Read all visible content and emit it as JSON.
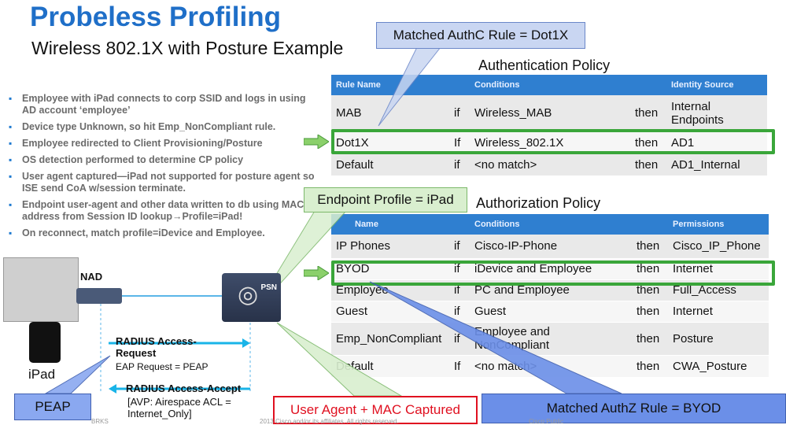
{
  "title": "Probeless Profiling",
  "subtitle": "Wireless 802.1X with Posture Example",
  "bullets": [
    "Employee with iPad connects to corp SSID and logs in using AD account ‘employee’",
    "Device type Unknown, so hit Emp_NonCompliant rule.",
    "Employee redirected to Client Provisioning/Posture",
    "OS detection performed to determine CP policy",
    "User agent captured—iPad not supported for posture agent so ISE send CoA w/session terminate.",
    "Endpoint user-agent and other data written to db using MAC address from Session ID lookup→Profile=iPad!",
    "On reconnect, match profile=iDevice and Employee."
  ],
  "authc": {
    "title": "Authentication Policy",
    "headers": {
      "rule": "Rule Name",
      "cond": "Conditions",
      "src": "Identity Source"
    },
    "rows": [
      {
        "name": "MAB",
        "if": "if",
        "cond": "Wireless_MAB",
        "then": "then",
        "result": "Internal Endpoints"
      },
      {
        "name": "Dot1X",
        "if": "If",
        "cond": "Wireless_802.1X",
        "then": "then",
        "result": "AD1"
      },
      {
        "name": "Default",
        "if": "if",
        "cond": "<no match>",
        "then": "then",
        "result": "AD1_Internal"
      }
    ]
  },
  "authz": {
    "title": "Authorization Policy",
    "headers": {
      "rule": "Name",
      "cond": "Conditions",
      "src": "Permissions"
    },
    "rows": [
      {
        "name": "IP Phones",
        "if": "if",
        "cond": "Cisco-IP-Phone",
        "then": "then",
        "result": "Cisco_IP_Phone"
      },
      {
        "name": "BYOD",
        "if": "if",
        "cond": "iDevice and Employee",
        "then": "then",
        "result": "Internet"
      },
      {
        "name": "Employee",
        "if": "if",
        "cond": "PC and Employee",
        "then": "then",
        "result": "Full_Access"
      },
      {
        "name": "Guest",
        "if": "if",
        "cond": "Guest",
        "then": "then",
        "result": "Internet"
      },
      {
        "name": "Emp_NonCompliant",
        "if": "if",
        "cond": "Employee and NonCompliant",
        "then": "then",
        "result": "Posture"
      },
      {
        "name": "Default",
        "if": "If",
        "cond": "<no match>",
        "then": "then",
        "result": "CWA_Posture"
      }
    ]
  },
  "callouts": {
    "authc": "Matched AuthC Rule = Dot1X",
    "endpoint": "Endpoint Profile = iPad",
    "useragent": "User Agent + MAC Captured",
    "authz": "Matched AuthZ Rule = BYOD",
    "peap": "PEAP"
  },
  "diagram": {
    "nad": "NAD",
    "psn": "PSN",
    "ipad": "iPad",
    "req_title": "RADIUS Access-Request",
    "req_detail": "EAP Request = PEAP",
    "acc_title": "RADIUS Access-Accept",
    "acc_detail": "[AVP: Airespace ACL = Internet_Only]"
  },
  "footer": {
    "left": "BRKS",
    "center": "2013 Cisco and/or its affiliates. All rights reserved.",
    "right": "Cisco Public"
  },
  "colors": {
    "title": "#1f6fc8",
    "header": "#2f7fd0",
    "highlight": "#3aa63a",
    "alert": "#e01020"
  }
}
